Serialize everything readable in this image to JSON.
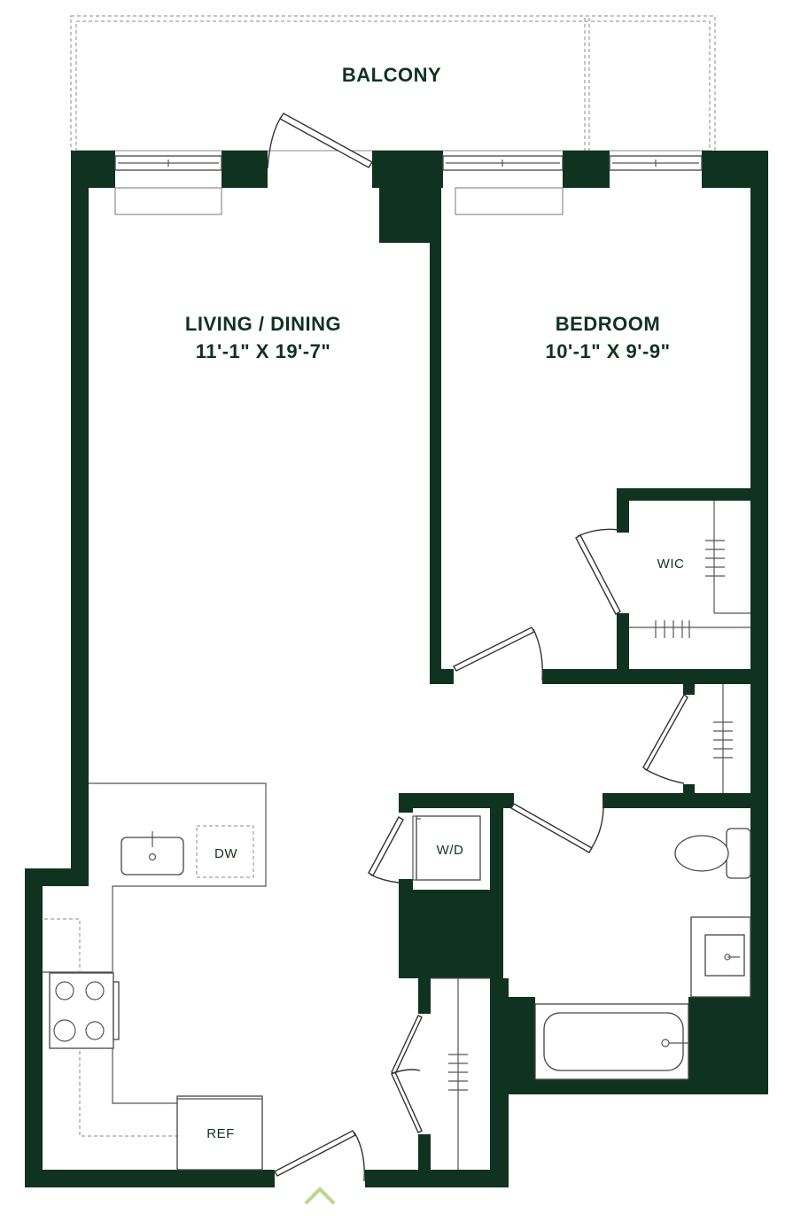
{
  "colors": {
    "wall": "#0f3320",
    "entry_arrow": "#b6d98a"
  },
  "labels": {
    "balcony": "BALCONY",
    "living_name": "LIVING / DINING",
    "living_dims": "11'-1\" X 19'-7\"",
    "bedroom_name": "BEDROOM",
    "bedroom_dims": "10'-1\" X 9'-9\"",
    "wic": "WIC",
    "dw": "DW",
    "wd": "W/D",
    "ref": "REF"
  },
  "icons": [
    "entry-arrow-icon",
    "toilet-icon",
    "sink-icon",
    "bathtub-icon",
    "cooktop-icon"
  ]
}
